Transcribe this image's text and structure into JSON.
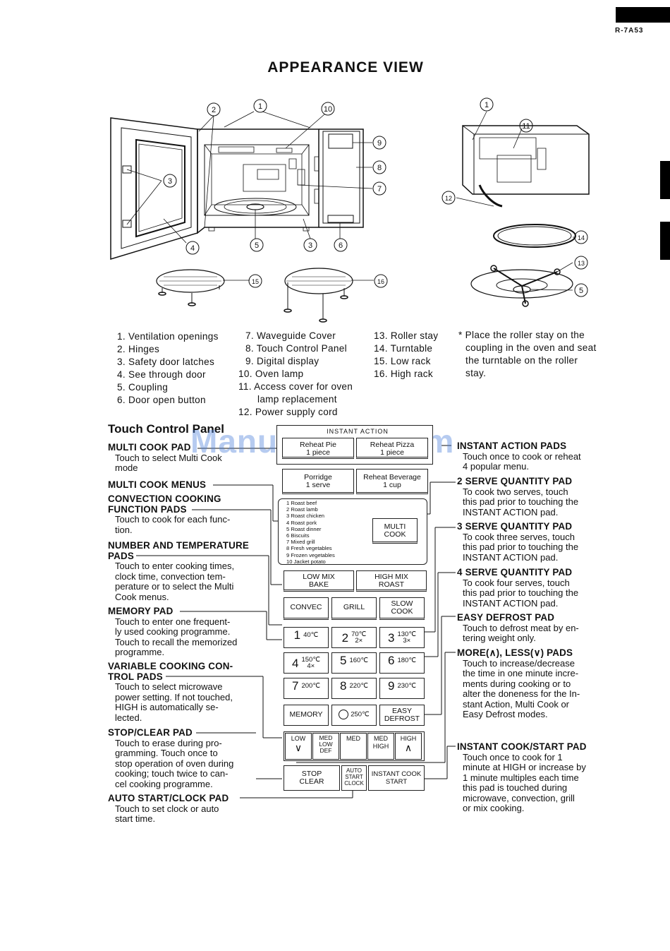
{
  "header": {
    "model": "R-7A53",
    "title": "APPEARANCE VIEW"
  },
  "parts_col1": [
    "1. Ventilation openings",
    "2. Hinges",
    "3. Safety door latches",
    "4. See through door",
    "5. Coupling",
    "6. Door open button"
  ],
  "parts_col2": [
    "7. Waveguide Cover",
    "8. Touch Control Panel",
    "9. Digital display",
    "10. Oven lamp",
    "11. Access cover for oven",
    "lamp replacement",
    "12. Power supply cord"
  ],
  "parts_col3": [
    "13. Roller stay",
    "14. Turntable",
    "15. Low rack",
    "16. High rack"
  ],
  "note": [
    "* Place the roller stay on the",
    "coupling in the oven and seat",
    "the turntable on the roller",
    "stay."
  ],
  "callouts": {
    "c1": "1",
    "c2": "2",
    "c3": "3",
    "c4": "4",
    "c5": "5",
    "c6": "6",
    "c7": "7",
    "c8": "8",
    "c9": "9",
    "c10": "10",
    "c11": "11",
    "c12": "12",
    "c13": "13",
    "c14": "14",
    "c15": "15",
    "c16": "16"
  },
  "section_title": "Touch Control Panel",
  "watermark": "ManualsLib.com",
  "left_labels": [
    {
      "h": "MULTI COOK PAD",
      "d": [
        "Touch to select Multi Cook",
        "mode"
      ]
    },
    {
      "h": "MULTI COOK MENUS",
      "d": []
    },
    {
      "h": "CONVECTION COOKING",
      "h2": "FUNCTION PADS",
      "d": [
        "Touch to cook for each func-",
        "tion."
      ]
    },
    {
      "h": "NUMBER AND TEMPERATURE",
      "h2": "PADS",
      "d": [
        "Touch to enter cooking times,",
        "clock time, convection tem-",
        "perature or to select the Multi",
        "Cook menus."
      ]
    },
    {
      "h": "MEMORY PAD",
      "d": [
        "Touch to enter one frequent-",
        "ly used cooking programme.",
        "Touch to recall the memorized",
        "programme."
      ]
    },
    {
      "h": "VARIABLE COOKING CON-",
      "h2": "TROL PADS",
      "d": [
        "Touch to select microwave",
        "power setting. If not touched,",
        "HIGH is automatically se-",
        "lected."
      ]
    },
    {
      "h": "STOP/CLEAR PAD",
      "d": [
        "Touch to erase during pro-",
        "gramming. Touch once to",
        "stop operation of oven during",
        "cooking; touch twice to can-",
        "cel cooking programme."
      ]
    },
    {
      "h": "AUTO START/CLOCK PAD",
      "d": [
        "Touch to set clock or auto",
        "start time."
      ]
    }
  ],
  "right_labels": [
    {
      "h": "INSTANT ACTION PADS",
      "d": [
        "Touch once to cook or reheat",
        "4 popular menu."
      ]
    },
    {
      "h": "2 SERVE QUANTITY PAD",
      "d": [
        "To cook two serves, touch",
        "this pad prior to touching the",
        "INSTANT ACTION pad."
      ]
    },
    {
      "h": "3 SERVE QUANTITY PAD",
      "d": [
        "To cook three serves, touch",
        "this pad prior to touching the",
        "INSTANT ACTION pad."
      ]
    },
    {
      "h": "4 SERVE QUANTITY PAD",
      "d": [
        "To cook four serves, touch",
        "this pad prior to touching the",
        "INSTANT ACTION pad."
      ]
    },
    {
      "h": "EASY DEFROST PAD",
      "d": [
        "Touch to defrost meat by en-",
        "tering weight only."
      ]
    },
    {
      "h": "MORE(∧), LESS(∨) PADS",
      "d": [
        "Touch to increase/decrease",
        "the time in one minute incre-",
        "ments during cooking or to",
        "alter the doneness for the In-",
        "stant Action, Multi Cook or",
        "Easy Defrost modes."
      ]
    },
    {
      "h": "INSTANT COOK/START PAD",
      "d": [
        "Touch once to cook for 1",
        "minute at HIGH or increase by",
        "1 minute multiples each time",
        "this pad is touched during",
        "microwave, convection, grill",
        "or mix cooking."
      ]
    }
  ],
  "panel": {
    "instant_action_header": "INSTANT ACTION",
    "instant": [
      {
        "top": "Reheat Pie",
        "bottom": "1 piece"
      },
      {
        "top": "Reheat Pizza",
        "bottom": "1 piece"
      },
      {
        "top": "Porridge",
        "bottom": "1 serve"
      },
      {
        "top": "Reheat Beverage",
        "bottom": "1 cup"
      }
    ],
    "menus": [
      "1 Roast beef",
      "2 Roast lamb",
      "3 Roast chicken",
      "4 Roast pork",
      "5 Roast dinner",
      "6 Biscuits",
      "7 Mixed grill",
      "8 Fresh vegetables",
      "9 Frozen vegetables",
      "10 Jacket potato"
    ],
    "multi_cook": [
      "MULTI",
      "COOK"
    ],
    "mix": [
      {
        "top": "LOW MIX",
        "bottom": "BAKE"
      },
      {
        "top": "HIGH MIX",
        "bottom": "ROAST"
      }
    ],
    "functions": [
      [
        "CONVEC"
      ],
      [
        "GRILL"
      ],
      [
        "SLOW",
        "COOK"
      ]
    ],
    "numbers": [
      {
        "n": "1",
        "t": "40℃",
        "x": ""
      },
      {
        "n": "2",
        "t": "70℃",
        "x": "2×"
      },
      {
        "n": "3",
        "t": "130℃",
        "x": "3×"
      },
      {
        "n": "4",
        "t": "150℃",
        "x": "4×"
      },
      {
        "n": "5",
        "t": "160℃",
        "x": ""
      },
      {
        "n": "6",
        "t": "180℃",
        "x": ""
      },
      {
        "n": "7",
        "t": "200℃",
        "x": ""
      },
      {
        "n": "8",
        "t": "220℃",
        "x": ""
      },
      {
        "n": "9",
        "t": "230℃",
        "x": ""
      }
    ],
    "memory": "MEMORY",
    "zero_temp": "250℃",
    "easy_defrost": [
      "EASY",
      "DEFROST"
    ],
    "power": [
      [
        "LOW"
      ],
      [
        "MED",
        "LOW",
        "DEF"
      ],
      [
        "MED"
      ],
      [
        "MED",
        "HIGH"
      ],
      [
        "HIGH"
      ]
    ],
    "stop_clear": [
      "STOP",
      "CLEAR"
    ],
    "auto_start": [
      "AUTO",
      "START",
      "CLOCK"
    ],
    "instant_cook": [
      "INSTANT COOK",
      "START"
    ]
  }
}
